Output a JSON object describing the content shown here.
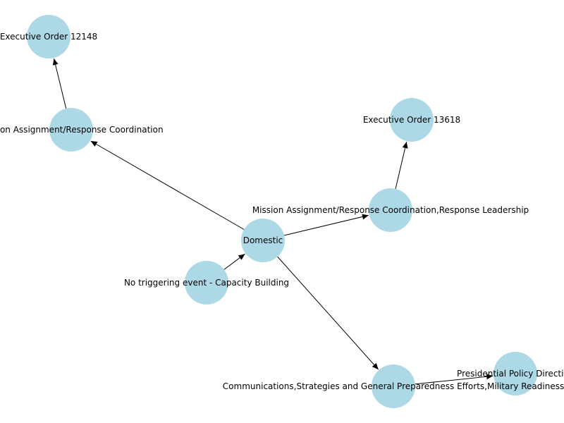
{
  "diagram": {
    "node_color": "#add8e6",
    "edge_color": "#000000",
    "nodes": [
      {
        "id": "eo12148",
        "label": "Executive Order 12148"
      },
      {
        "id": "mission_assignment",
        "label": "Mission Assignment/Response Coordination"
      },
      {
        "id": "eo13618",
        "label": "Executive Order 13618"
      },
      {
        "id": "mission_response_leadership",
        "label": "Mission Assignment/Response Coordination,Response Leadership"
      },
      {
        "id": "domestic",
        "label": "Domestic"
      },
      {
        "id": "no_trigger",
        "label": "No triggering event - Capacity Building"
      },
      {
        "id": "communications",
        "label": "Communications,Strategies and General Preparedness Efforts,Military Readiness"
      },
      {
        "id": "ppd",
        "label": "Presidential Policy Directive"
      }
    ],
    "edges": [
      {
        "from": "no_trigger",
        "to": "domestic"
      },
      {
        "from": "domestic",
        "to": "mission_assignment"
      },
      {
        "from": "domestic",
        "to": "mission_response_leadership"
      },
      {
        "from": "domestic",
        "to": "communications"
      },
      {
        "from": "mission_assignment",
        "to": "eo12148"
      },
      {
        "from": "mission_response_leadership",
        "to": "eo13618"
      },
      {
        "from": "communications",
        "to": "ppd"
      }
    ]
  }
}
